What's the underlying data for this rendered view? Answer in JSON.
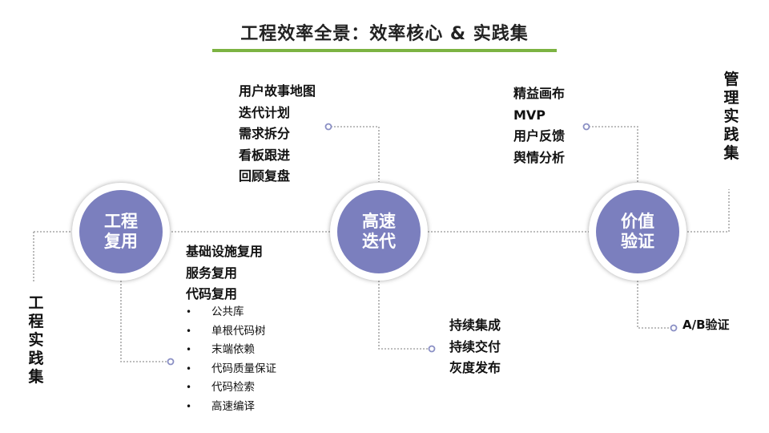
{
  "title": "工程效率全景：效率核心 & 实践集",
  "side_labels": {
    "engineering": "工程实践集",
    "management": "管理实践集"
  },
  "nodes": {
    "reuse": "工程复用",
    "fast_iteration": "高速迭代",
    "value_validation": "价值验证"
  },
  "lists": {
    "iteration_practices": [
      "用户故事地图",
      "迭代计划",
      "需求拆分",
      "看板跟进",
      "回顾复盘"
    ],
    "validation_practices": [
      "精益画布",
      "MVP",
      "用户反馈",
      "舆情分析"
    ],
    "reuse_practices": [
      "基础设施复用",
      "服务复用",
      "代码复用"
    ],
    "code_reuse_items": [
      "公共库",
      "单根代码树",
      "末端依赖",
      "代码质量保证",
      "代码检索",
      "高速编译"
    ],
    "delivery_practices": [
      "持续集成",
      "持续交付",
      "灰度发布"
    ],
    "ab_test": "A/B验证"
  },
  "colors": {
    "accent_green": "#7cb342",
    "node_fill": "#7b7fbe",
    "connector": "#8a8fc4"
  }
}
